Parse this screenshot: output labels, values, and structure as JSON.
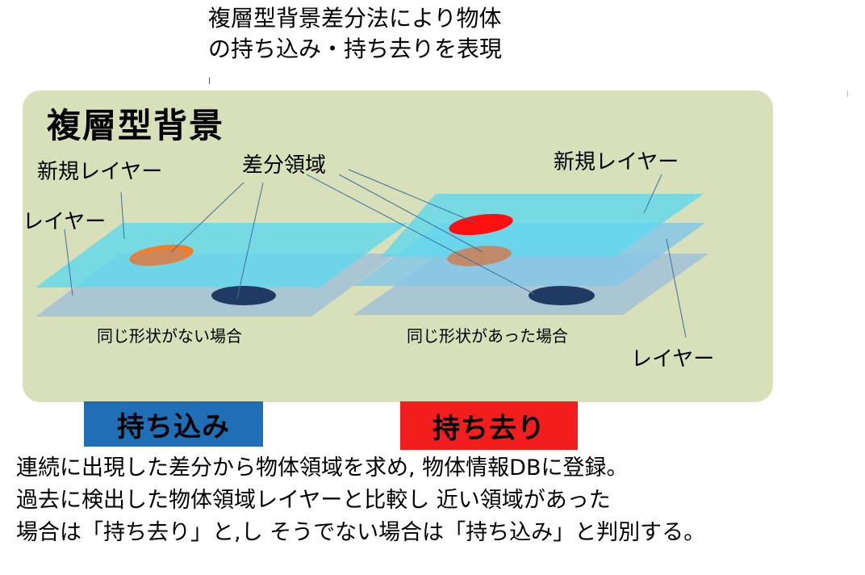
{
  "title": {
    "line1": "複層型背景差分法により物体",
    "line2": "の持ち込み・持ち去りを表現"
  },
  "panel": {
    "title": "複層型背景",
    "labels": {
      "new_layer_left": "新規レイヤー",
      "diff_region": "差分領域",
      "layer_left": "レイヤー",
      "new_layer_right": "新規レイヤー",
      "layer_right": "レイヤー",
      "no_same_shape": "同じ形状がない場合",
      "same_shape": "同じ形状があった場合"
    },
    "colors": {
      "panel_bg": "#d7e0b9",
      "upper_layer": "#5fd8ee",
      "lower_layer": "#9fbfd8",
      "region_orange": "#f07d2c",
      "region_navy": "#1f3a63",
      "region_red": "#ff1010"
    }
  },
  "buttons": {
    "bring_in": "持ち込み",
    "take_away": "持ち去り",
    "bring_in_color": "#1f6eb6",
    "take_away_color": "#f21d1d"
  },
  "description": {
    "line1": "連続に出現した差分から物体領域を求め, 物体情報DBに登録。",
    "line2": "過去に検出した物体領域レイヤーと比較し 近い領域があった",
    "line3": "場合は「持ち去り」と,し そうでない場合は「持ち込み」と判別する。"
  }
}
